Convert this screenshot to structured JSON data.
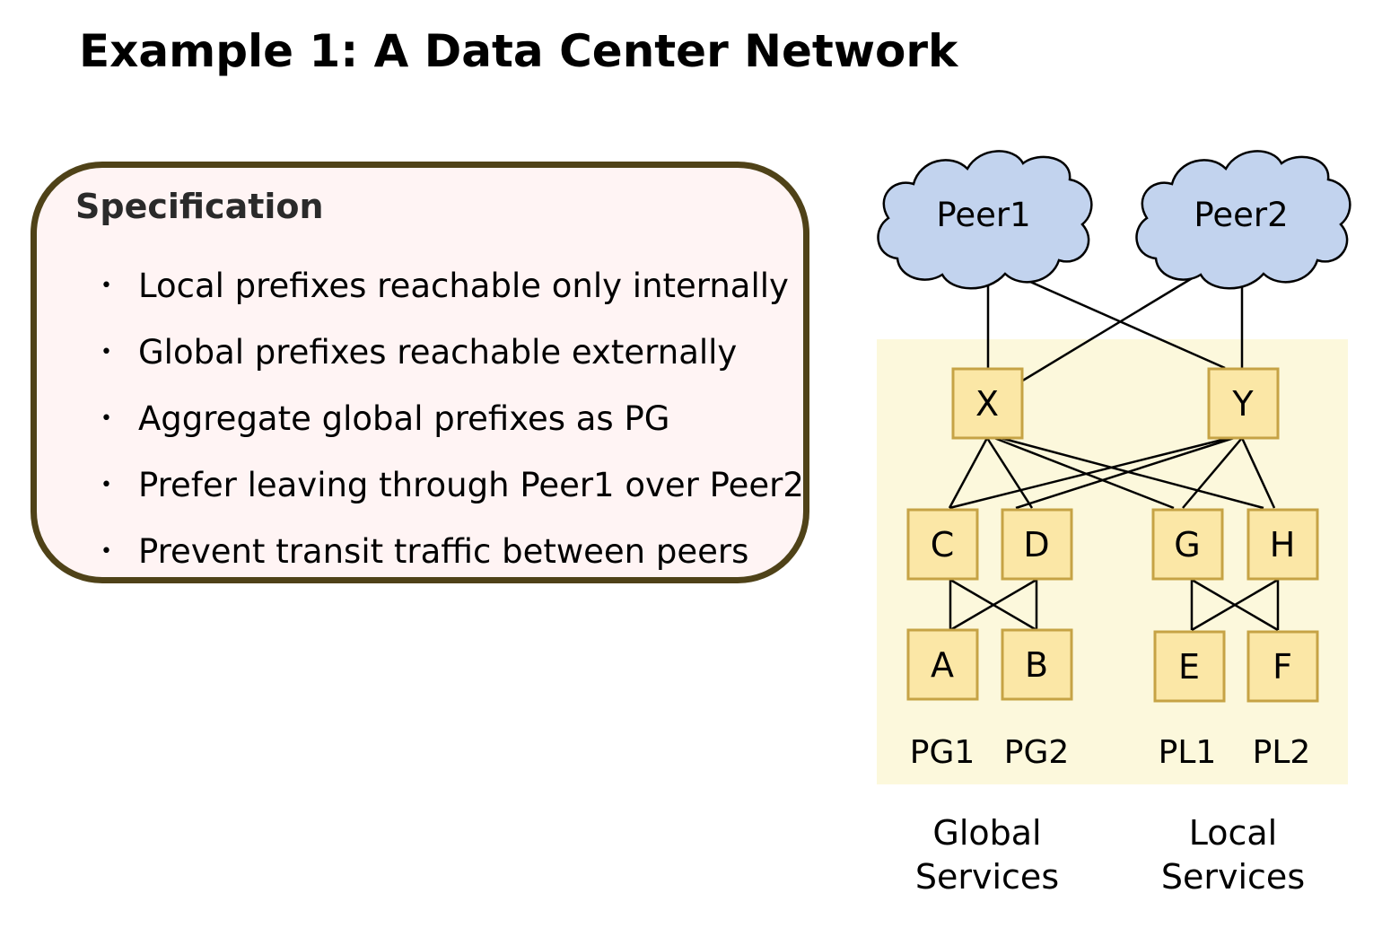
{
  "title": "Example 1: A Data Center Network",
  "spec": {
    "heading": "Specification",
    "items": [
      "Local prefixes reachable only internally",
      "Global prefixes reachable externally",
      "Aggregate global prefixes as PG",
      "Prefer leaving through Peer1 over Peer2",
      "Prevent transit traffic between peers"
    ]
  },
  "diagram": {
    "peers": [
      "Peer1",
      "Peer2"
    ],
    "routers": [
      "X",
      "Y",
      "C",
      "D",
      "G",
      "H",
      "A",
      "B",
      "E",
      "F"
    ],
    "prefixes": [
      "PG1",
      "PG2",
      "PL1",
      "PL2"
    ],
    "groups": [
      {
        "line1": "Global",
        "line2": "Services"
      },
      {
        "line1": "Local",
        "line2": "Services"
      }
    ],
    "colors": {
      "cloud_fill": "#c2d3ee",
      "router_fill": "#fbe7a6",
      "router_border": "#c6a345",
      "region_fill": "#fcf8dc"
    }
  }
}
